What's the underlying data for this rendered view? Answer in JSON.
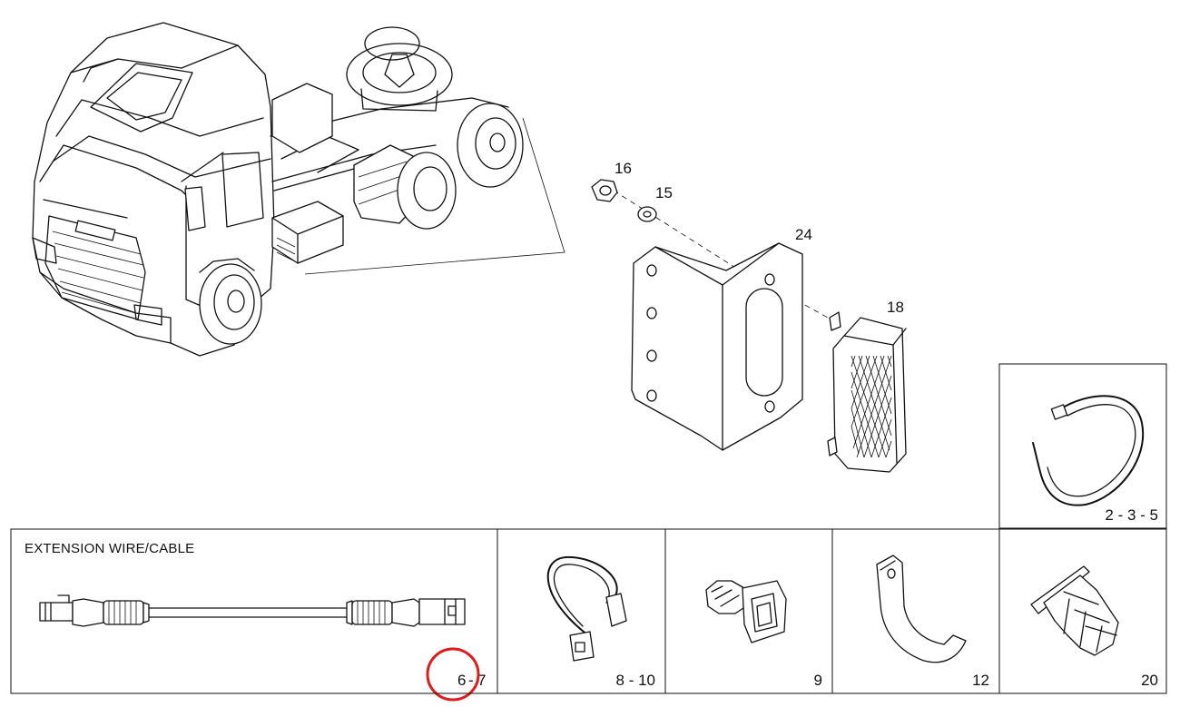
{
  "callouts": {
    "c16": "16",
    "c15": "15",
    "c24": "24",
    "c18": "18"
  },
  "panels": {
    "extension": {
      "title": "EXTENSION WIRE/CABLE",
      "number_a": "6",
      "number_sep": "-",
      "number_b": "7"
    },
    "tie_wrap": {
      "number": "2 - 3 - 5"
    },
    "hose_clamp": {
      "number": "8 - 10"
    },
    "push_rivet": {
      "number": "9"
    },
    "bracket_clip": {
      "number": "12"
    },
    "grommet": {
      "number": "20"
    }
  },
  "highlight": {
    "color": "#e01b1b",
    "target": "6"
  },
  "colors": {
    "line": "#111111",
    "background": "#ffffff"
  }
}
